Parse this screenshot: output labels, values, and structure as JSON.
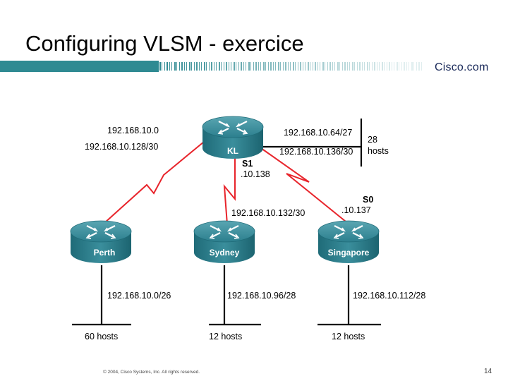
{
  "slide": {
    "title": "Configuring VLSM - exercice",
    "logo": "Cisco.com",
    "footer": "© 2004, Cisco Systems, Inc. All rights reserved.",
    "page_number": "14"
  },
  "colors": {
    "banner_teal": "#2f8a92",
    "router_body": "#2a7a8a",
    "wan_link": "#e8242b",
    "lan_line": "#000000"
  },
  "routers": {
    "kl": "KL",
    "perth": "Perth",
    "sydney": "Sydney",
    "singapore": "Singapore"
  },
  "labels": {
    "kl_perth_a": "192.168.10.0",
    "kl_perth_b": "192.168.10.128/30",
    "kl_lan_net": "192.168.10.64/27",
    "kl_lan_hosts_count": "28",
    "kl_lan_hosts_word": "hosts",
    "kl_sing_link": "192.168.10.136/30",
    "kl_s1": "S1",
    "kl_s1_ip": ".10.138",
    "sing_s0": "S0",
    "sing_s0_ip": ".10.137",
    "kl_sydney_link": "192.168.10.132/30",
    "perth_lan": "192.168.10.0/26",
    "sydney_lan": "192.168.10.96/28",
    "singapore_lan": "192.168.10.112/28",
    "perth_hosts": "60 hosts",
    "sydney_hosts": "12 hosts",
    "singapore_hosts": "12 hosts"
  }
}
